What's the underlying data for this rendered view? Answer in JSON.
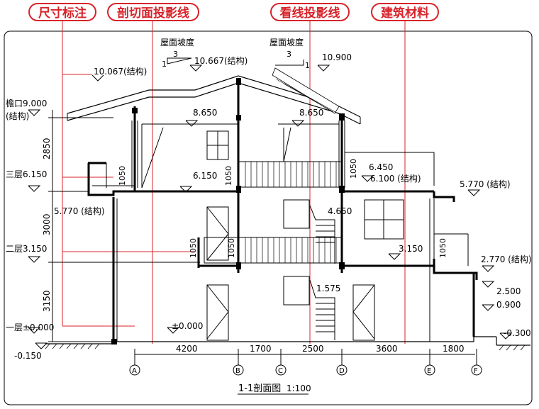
{
  "callouts": {
    "dimension_label": "尺寸标注",
    "cut_line_label": "剖切面投影线",
    "view_line_label": "看线投影线",
    "material_label": "建筑材料"
  },
  "roof": {
    "slope_label_left": "屋面坡度",
    "slope_label_right": "屋面坡度",
    "slope_rise": "1",
    "slope_run": "3"
  },
  "elevations": {
    "roof_ridge_left": "10.067(结构)",
    "roof_ridge_mid": "10.667(结构)",
    "roof_top": "10.900",
    "eave": "檐口9.000",
    "eave_struct": "(结构)",
    "third_floor_ceiling_left": "8.650",
    "third_floor_ceiling_right": "8.650",
    "third_floor": "三层6.150",
    "third_floor_mark": "6.150",
    "balcony_top": "6.450",
    "balcony_floor": "6.100 (结构)",
    "terrace_right": "5.770 (结构)",
    "terrace_left": "5.770 (结构)",
    "stair_landing_upper": "4.650",
    "second_floor": "二层3.150",
    "second_floor_mark": "3.150",
    "right_wing_roof": "2.770 (结构)",
    "stair_landing_lower": "1.575",
    "window_top_right": "2.500",
    "window_sill_right": "0.900",
    "first_floor": "一层±0.000",
    "first_floor_mark": "±0.000",
    "ground_left": "-0.150",
    "ground_right": "-0.300"
  },
  "vertical_dims": {
    "floor3": "2850",
    "floor2": "3000",
    "floor1": "3150",
    "parapet_left_upper": "1050",
    "railing_mid_upper": "1050",
    "railing_right_upper": "1050",
    "railing_left_lower": "1050",
    "railing_mid_lower": "1050",
    "parapet_right_lower": "1050"
  },
  "horizontal_dims": [
    "4200",
    "1700",
    "2500",
    "3600",
    "1800"
  ],
  "axes": [
    "A",
    "B",
    "C",
    "D",
    "E",
    "F"
  ],
  "caption": {
    "title": "1-1剖面图",
    "scale": "1:100"
  },
  "colors": {
    "callout": "#d8232a",
    "line": "#000000"
  }
}
